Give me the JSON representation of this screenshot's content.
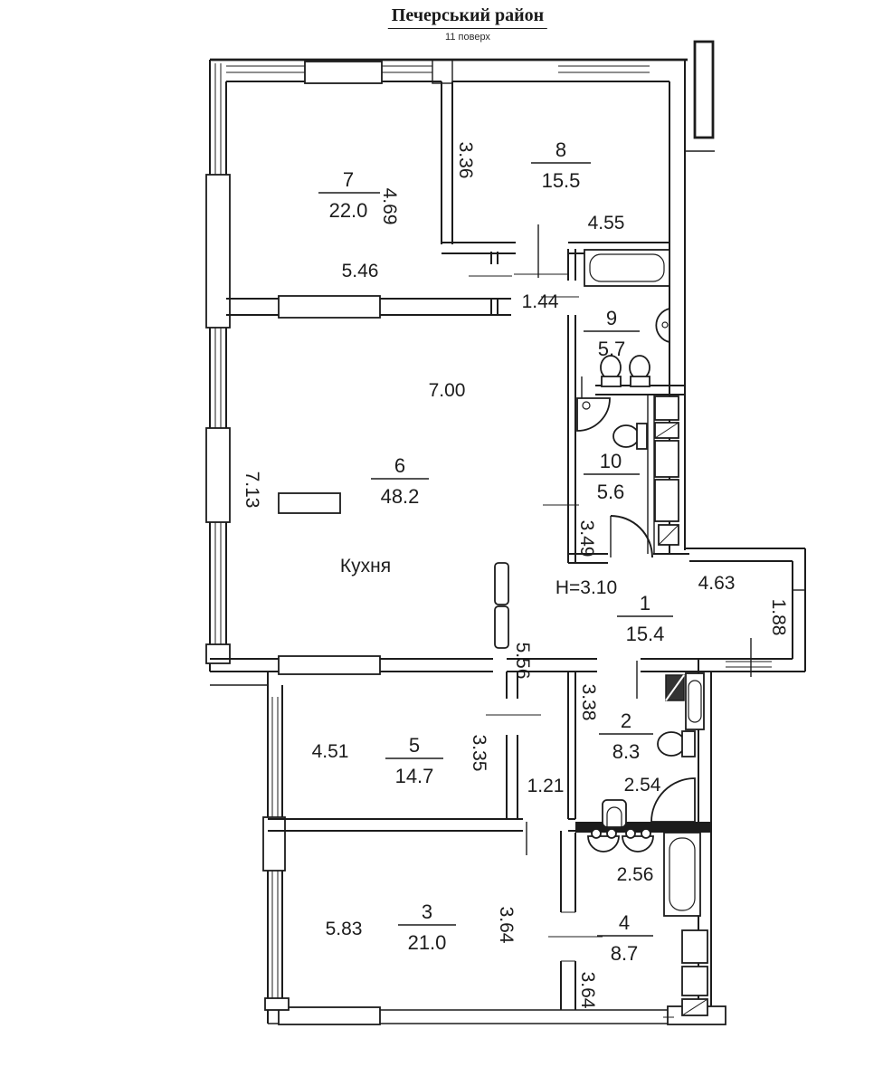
{
  "header": {
    "title": "Печерський район",
    "subtitle": "11 поверх"
  },
  "labels": {
    "kitchen": "Кухня",
    "height": "H=3.10"
  },
  "colors": {
    "ink": "#1c1c1c",
    "height_note": "#3d3d8e"
  },
  "rooms": {
    "r1": {
      "number": "1",
      "area": "15.4"
    },
    "r2": {
      "number": "2",
      "area": "8.3"
    },
    "r3": {
      "number": "3",
      "area": "21.0"
    },
    "r4": {
      "number": "4",
      "area": "8.7"
    },
    "r5": {
      "number": "5",
      "area": "14.7"
    },
    "r6": {
      "number": "6",
      "area": "48.2"
    },
    "r7": {
      "number": "7",
      "area": "22.0"
    },
    "r8": {
      "number": "8",
      "area": "15.5"
    },
    "r9": {
      "number": "9",
      "area": "5.7"
    },
    "r10": {
      "number": "10",
      "area": "5.6"
    }
  },
  "dims": {
    "room7_depth": "4.69",
    "room7_width": "5.46",
    "room8_depth": "3.36",
    "room8_width": "4.55",
    "hall_top": "1.44",
    "room6_width": "7.00",
    "room6_depth": "7.13",
    "bath10_depth": "3.49",
    "hall1_width": "4.63",
    "hall1_depth": "1.88",
    "hall_mid_depth": "5.56",
    "room2_depth": "3.38",
    "room2_width": "2.54",
    "room5_width": "4.51",
    "room5_depth": "3.35",
    "corridor_width": "1.21",
    "room3_width": "5.83",
    "room3_depth": "3.64",
    "room4_width": "2.56",
    "room4_depth": "3.64"
  }
}
